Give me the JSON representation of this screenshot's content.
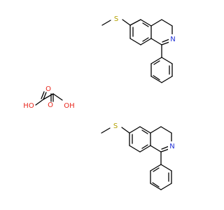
{
  "colors": {
    "bond": "#000000",
    "carbon": "#000000",
    "sulfur": "#b3a100",
    "nitrogen": "#1f2fd6",
    "oxygen": "#e8261c"
  },
  "labels": {
    "upper": {
      "sulfur": "S",
      "nitrogen": "N"
    },
    "lower": {
      "sulfur": "S",
      "nitrogen": "N"
    },
    "oxalic": {
      "ho_left": "HO",
      "o_top": "O",
      "o_bottom": "O",
      "oh_right": "OH"
    }
  }
}
